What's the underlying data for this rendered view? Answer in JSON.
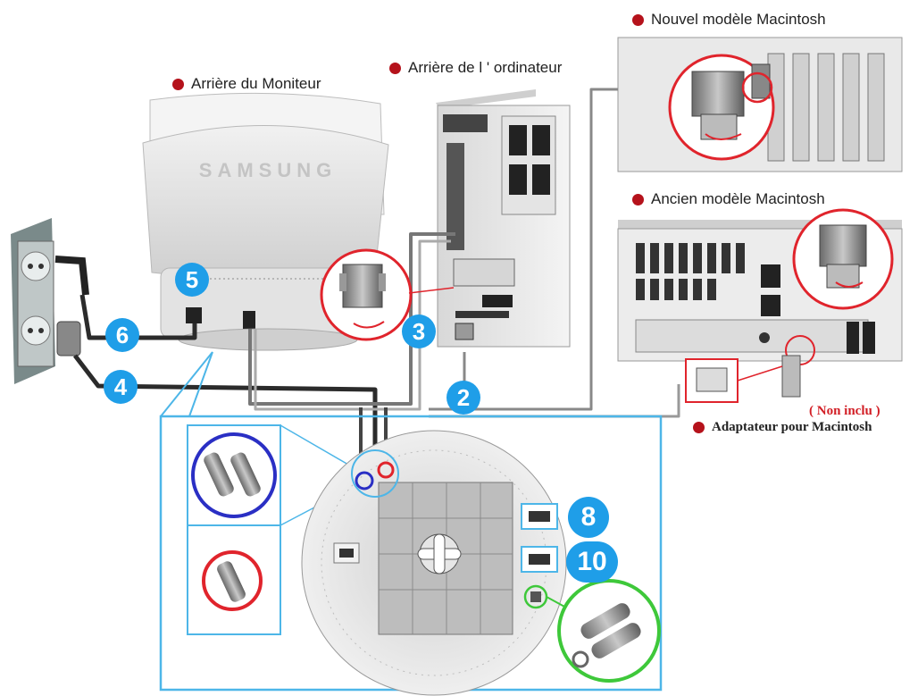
{
  "labels": {
    "monitor_back": "Arrière du Moniteur",
    "computer_back": "Arrière de l ' ordinateur",
    "new_mac": "Nouvel modèle Macintosh",
    "old_mac": "Ancien modèle Macintosh",
    "not_included": "( Non inclu )",
    "mac_adapter": "Adaptateur pour Macintosh",
    "monitor_brand": "SAMSUNG"
  },
  "callouts": [
    "2",
    "3",
    "4",
    "5",
    "6",
    "8",
    "10"
  ],
  "colors": {
    "label_dot": "#b5121b",
    "badge": "#1f9ee8",
    "detail_frame": "#4db6e8",
    "highlight_red": "#e0242c",
    "highlight_blue": "#2a2fc4",
    "highlight_green": "#3ec83a",
    "not_included_text": "#d21f26"
  },
  "icons": [
    "power-outlet-icon",
    "power-plug-icon",
    "vga-connector-icon",
    "mac-adapter-icon"
  ]
}
